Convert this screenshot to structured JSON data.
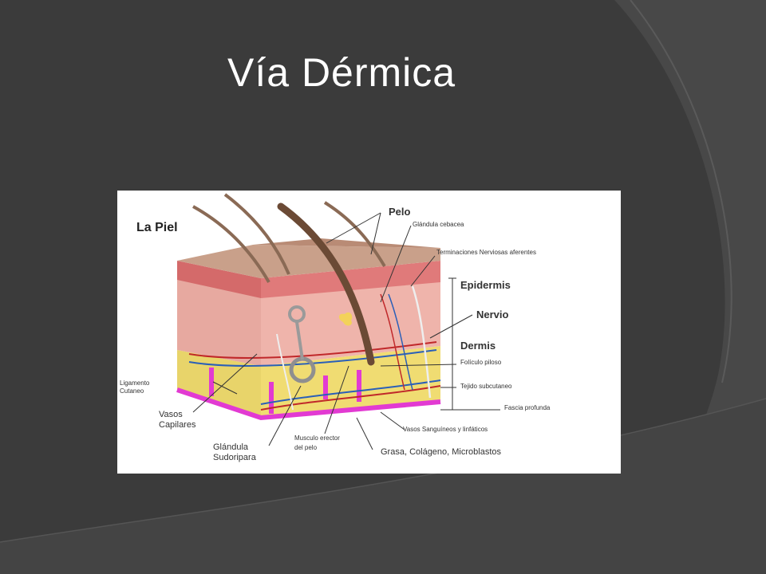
{
  "slide": {
    "title": "Vía Dérmica"
  },
  "figure": {
    "title": "La Piel",
    "labels": {
      "pelo": "Pelo",
      "glandula_cebacea": "Glándula cebacea",
      "terminaciones": "Terminaciones Nerviosas aferentes",
      "epidermis": "Epidermis",
      "nervio": "Nervio",
      "dermis": "Dermis",
      "foliculo": "Folículo piloso",
      "tejido": "Tejido subcutaneo",
      "fascia": "Fascia profunda",
      "vasos_sanguineos": "Vasos Sanguíneos y linfáticos",
      "ligamento_1": "Ligamento",
      "ligamento_2": "Cutaneo",
      "vasos_capilares_1": "Vasos",
      "vasos_capilares_2": "Capilares",
      "glandula_sudoripara_1": "Glándula",
      "glandula_sudoripara_2": "Sudoripara",
      "musculo_1": "Musculo erector",
      "musculo_2": "del pelo",
      "grasa": "Grasa, Colágeno, Microblastos"
    }
  },
  "colors": {
    "background": "#3a3a3a",
    "swoosh": "#4a4a4a",
    "title": "#ffffff"
  }
}
